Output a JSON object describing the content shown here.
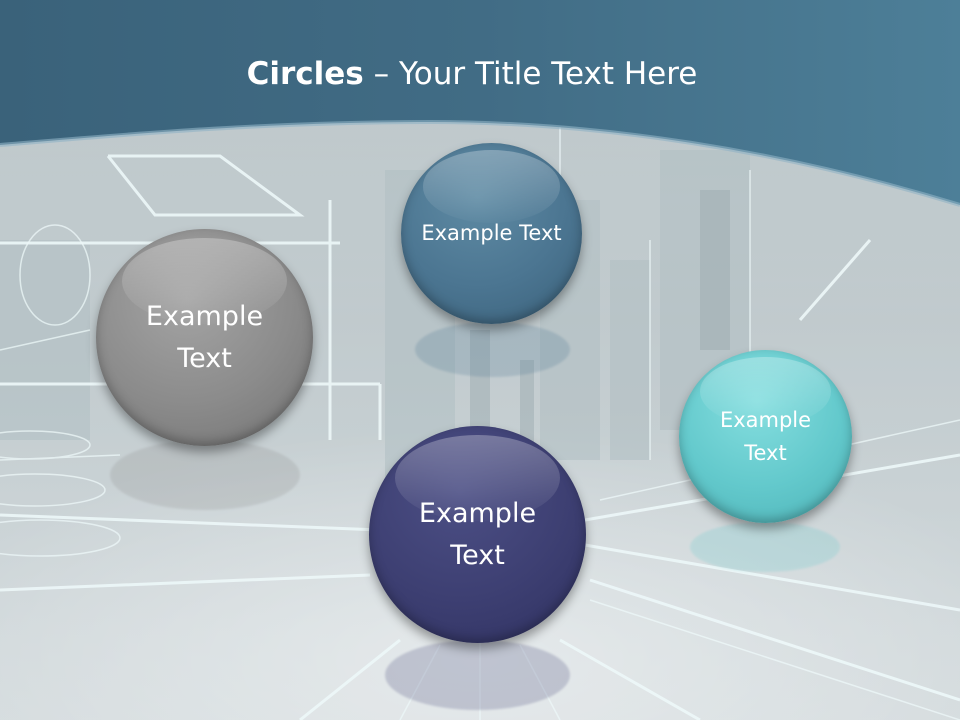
{
  "slide": {
    "title": {
      "bold": "Circles",
      "separator": " – ",
      "rest": "Your Title Text Here"
    },
    "circles": [
      {
        "id": "gray",
        "label": "Example Text",
        "color": "#8b8b8b"
      },
      {
        "id": "steel-blue",
        "label": "Example Text",
        "color": "#4b7591"
      },
      {
        "id": "teal",
        "label": "Example Text",
        "color": "#63c9cc"
      },
      {
        "id": "navy",
        "label": "Example Text",
        "color": "#3d3f72"
      }
    ],
    "colors": {
      "header_band": "#3f6a82",
      "background": "#c3cccf",
      "tech_lines": "#f2ffff"
    }
  }
}
